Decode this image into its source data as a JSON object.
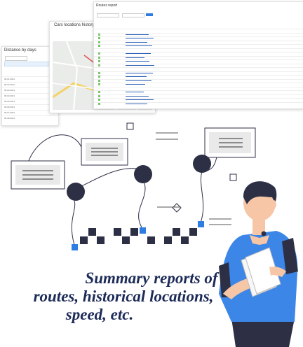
{
  "reports": {
    "distance": {
      "title": "Distance by days",
      "rows": [
        "06.01.2021",
        "06.02.2021",
        "06.03.2021",
        "06.04.2021",
        "06.05.2021",
        "06.06.2021",
        "06.07.2021",
        "06.08.2021"
      ]
    },
    "locations": {
      "title": "Cars locations history"
    },
    "routes": {
      "title": "Routes report"
    }
  },
  "caption": {
    "line1": "Summary reports of",
    "line2": "routes, historical locations,",
    "line3": "speed, etc."
  },
  "colors": {
    "navy": "#2d2f45",
    "accent": "#2f7de1",
    "shirt": "#3b86e6",
    "caption": "#1b2a57"
  }
}
